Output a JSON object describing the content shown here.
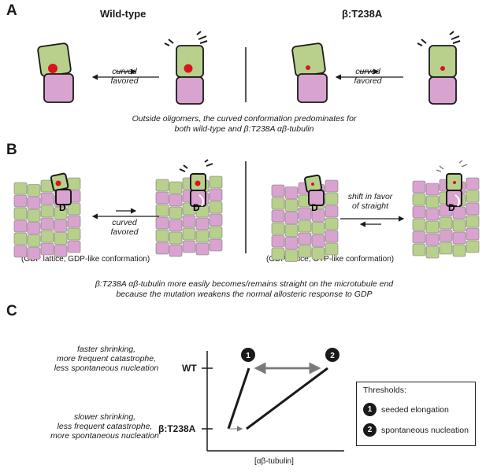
{
  "panels": {
    "a": {
      "letter": "A",
      "wildtype_title": "Wild-type",
      "mutant_title": "β:T238A",
      "left_label": "curved\nfavored",
      "right_label": "curved\nfavored",
      "caption": "Outside oligomers, the curved conformation predominates for\nboth wild-type and β:T238A αβ-tubulin"
    },
    "b": {
      "letter": "B",
      "left_arrow_label": "curved\nfavored",
      "right_arrow_label": "shift in favor\nof straight",
      "d_label": "D",
      "left_caption": "(GDP lattice, GDP-like conformation)",
      "right_caption": "(GDP lattice, GTP-like conformation)",
      "caption": "β:T238A αβ-tubulin more easily becomes/remains straight on the microtubule end\nbecause the mutation weakens the normal allosteric response to GDP"
    },
    "c": {
      "letter": "C",
      "top_text": "faster shrinking,\nmore frequent catastrophe,\nless spontaneous nucleation",
      "bottom_text": "slower shrinking,\nless frequent catastrophe,\nmore spontaneous nucleation",
      "y_labels": [
        "WT",
        "β:T238A"
      ],
      "x_label": "[αβ-tubulin]",
      "markers": [
        "1",
        "2"
      ],
      "legend": {
        "title": "Thresholds:",
        "items": [
          {
            "num": "1",
            "label": "seeded elongation"
          },
          {
            "num": "2",
            "label": "spontaneous nucleation"
          }
        ]
      }
    }
  },
  "colors": {
    "green": "#b8d08c",
    "pink": "#d9a3cf",
    "red_dot": "#d9141b",
    "outline": "#1a1a1a",
    "grey_arrow": "#7a7a7a"
  }
}
